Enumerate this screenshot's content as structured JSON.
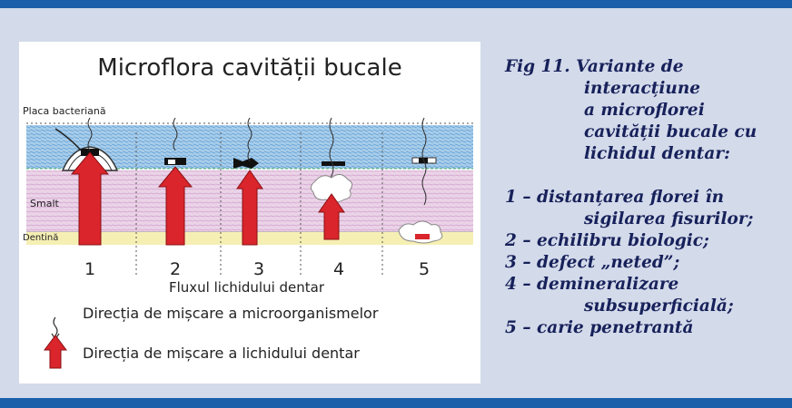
{
  "figure": {
    "title": "Microflora cavității bucale",
    "labels": {
      "placa": "Placa bacteriană",
      "smalt": "Smalt",
      "dentina": "Dentină"
    },
    "columns": [
      "1",
      "2",
      "3",
      "4",
      "5"
    ],
    "flux_label": "Fluxul lichidului dentar",
    "legend": [
      {
        "icon": "wavy-arrow-icon",
        "text": "Direcția de mișcare a microorganismelor"
      },
      {
        "icon": "red-arrow-icon",
        "text": "Direcția de mișcare a lichidului dentar"
      }
    ]
  },
  "caption": {
    "title_lines": [
      "Fig 11. Variante de",
      "interacțiune",
      "a microflorei",
      "cavității bucale cu",
      "lichidul dentar:"
    ],
    "items": [
      [
        "1 – distanțarea florei în",
        "sigilarea fisurilor;"
      ],
      [
        "2 – echilibru biologic;"
      ],
      [
        "3 – defect „neted”;"
      ],
      [
        "4 – demineralizare",
        "subsuperficială;"
      ],
      [
        "5 – carie penetrantă"
      ]
    ]
  },
  "colors": {
    "bar": "#1b5fab",
    "panel": "#d3daea",
    "caption_text": "#17215a",
    "arrow_red": "#d9252b"
  }
}
